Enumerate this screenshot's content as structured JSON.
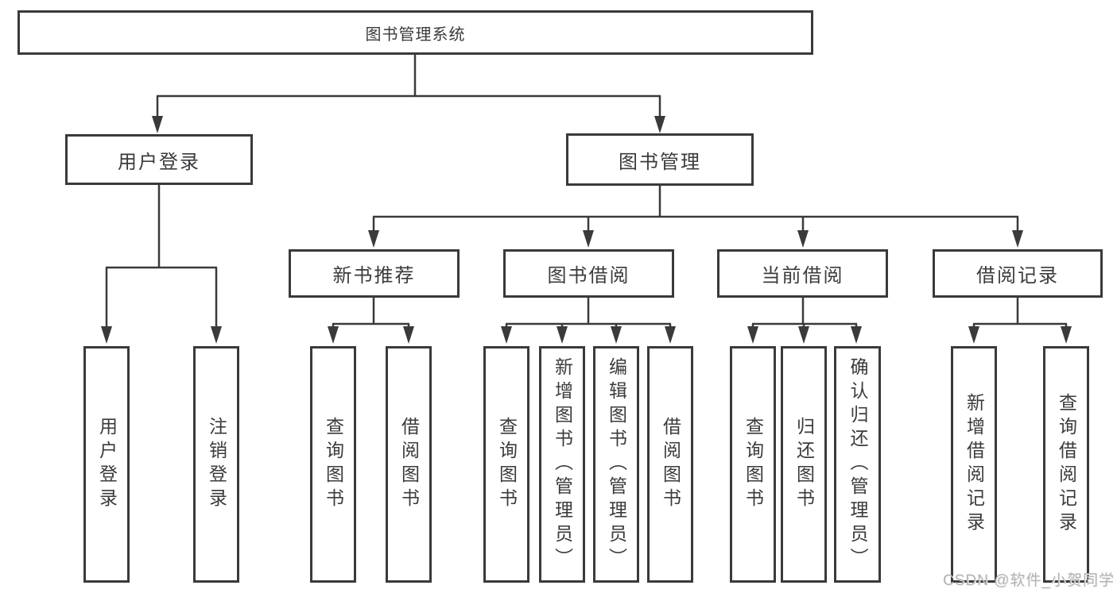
{
  "page": {
    "background": "#ffffff",
    "line_color": "#3a3a3a",
    "box_border_color": "#3a3a3a",
    "text_color": "#3b3b3e"
  },
  "diagram": {
    "type": "tree",
    "root": {
      "label": "图书管理系统"
    },
    "level2": [
      {
        "label": "用户登录",
        "parent": "图书管理系统"
      },
      {
        "label": "图书管理",
        "parent": "图书管理系统"
      }
    ],
    "level3": [
      {
        "label": "新书推荐",
        "parent": "图书管理"
      },
      {
        "label": "图书借阅",
        "parent": "图书管理"
      },
      {
        "label": "当前借阅",
        "parent": "图书管理"
      },
      {
        "label": "借阅记录",
        "parent": "图书管理"
      }
    ],
    "leaves": [
      {
        "label": "用户登录",
        "parent": "用户登录"
      },
      {
        "label": "注销登录",
        "parent": "用户登录"
      },
      {
        "label": "查询图书",
        "parent": "新书推荐"
      },
      {
        "label": "借阅图书",
        "parent": "新书推荐"
      },
      {
        "label": "查询图书",
        "parent": "图书借阅"
      },
      {
        "label": "新增图书（管理员）",
        "parent": "图书借阅"
      },
      {
        "label": "编辑图书（管理员）",
        "parent": "图书借阅"
      },
      {
        "label": "借阅图书",
        "parent": "图书借阅"
      },
      {
        "label": "查询图书",
        "parent": "当前借阅"
      },
      {
        "label": "归还图书",
        "parent": "当前借阅"
      },
      {
        "label": "确认归还（管理员）",
        "parent": "当前借阅"
      },
      {
        "label": "新增借阅记录",
        "parent": "借阅记录"
      },
      {
        "label": "查询借阅记录",
        "parent": "借阅记录"
      }
    ]
  },
  "watermark": {
    "text": "CSDN @软件_小贺同学",
    "color": "#b3b3b3"
  }
}
